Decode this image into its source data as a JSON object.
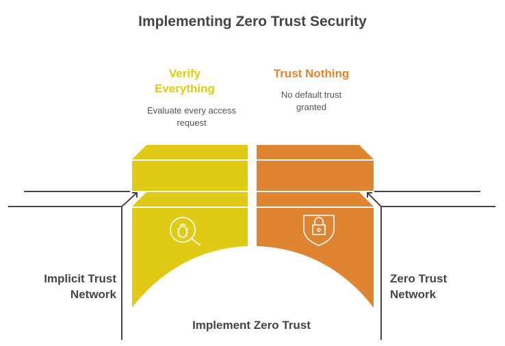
{
  "title": "Implementing Zero Trust Security",
  "left": {
    "heading": "Verify Everything",
    "description": "Evaluate every access request",
    "icon": "bug-search-icon",
    "color": "#DFCB16"
  },
  "right": {
    "heading": "Trust Nothing",
    "description": "No default trust granted",
    "icon": "shield-lock-icon",
    "color": "#DF8431"
  },
  "labels": {
    "left": "Implicit Trust Network",
    "right": "Zero Trust Network",
    "bottom": "Implement Zero Trust"
  }
}
